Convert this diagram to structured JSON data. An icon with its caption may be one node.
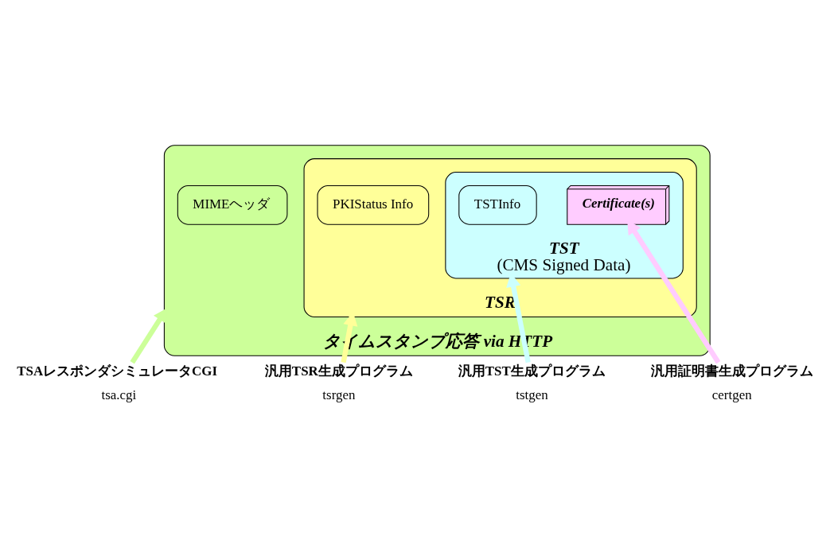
{
  "diagram": {
    "nodes": [
      {
        "text": [
          "タイムスタンプ応答 via HTTP"
        ]
      },
      {
        "text": [
          "MIMEヘッダ"
        ],
        "in": 0
      },
      {
        "text": [
          "TSR"
        ],
        "in": 0
      },
      {
        "text": [
          "PKIStatus Info"
        ],
        "in": 2
      },
      {
        "text": [
          "TST",
          "(CMS Signed Data)"
        ],
        "in": 2
      },
      {
        "text": [
          "TSTInfo"
        ],
        "in": 4
      },
      {
        "text": [
          "Certificate(s)"
        ],
        "in": 4
      },
      {
        "text": [
          "TSAレスポンダシミュレータCGI"
        ],
        "beside": [
          "tsa.cgi"
        ]
      },
      {
        "text": [
          "汎用TSR生成プログラム"
        ],
        "beside": [
          "tsrgen"
        ]
      },
      {
        "text": [
          "汎用TST生成プログラム"
        ],
        "beside": [
          "tstgen"
        ]
      },
      {
        "text": [
          "汎用証明書生成プログラム"
        ],
        "beside": [
          "certgen"
        ]
      }
    ],
    "edges": [
      {
        "from": 7,
        "to": 0,
        "arrow": "to",
        "color": "#ccff99"
      },
      {
        "from": 8,
        "to": 2,
        "arrow": "to",
        "color": "#ffff99"
      },
      {
        "from": 9,
        "to": 4,
        "arrow": "to",
        "color": "#ccffff"
      },
      {
        "from": 10,
        "to": 6,
        "arrow": "to",
        "color": "#ffccff"
      }
    ]
  }
}
